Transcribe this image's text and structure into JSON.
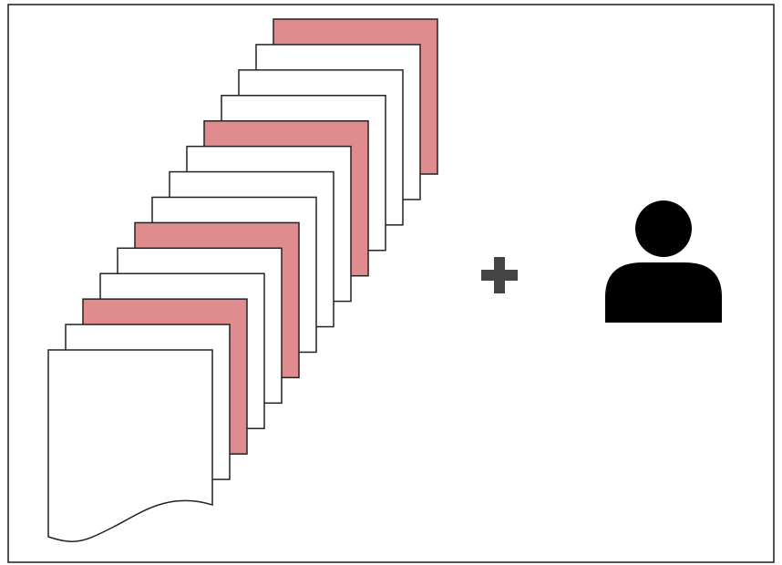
{
  "colors": {
    "background": "#ffffff",
    "border": "#1a1a1a",
    "page_fill": "#ffffff",
    "page_highlight": "#e08b8e",
    "page_stroke": "#222222",
    "plus": "#444444",
    "person": "#000000"
  },
  "document_stack": {
    "page_count": 14,
    "highlighted_pages": [
      2,
      5,
      9,
      13
    ]
  },
  "icons": {
    "operator": "plus-icon",
    "user": "person-icon"
  }
}
